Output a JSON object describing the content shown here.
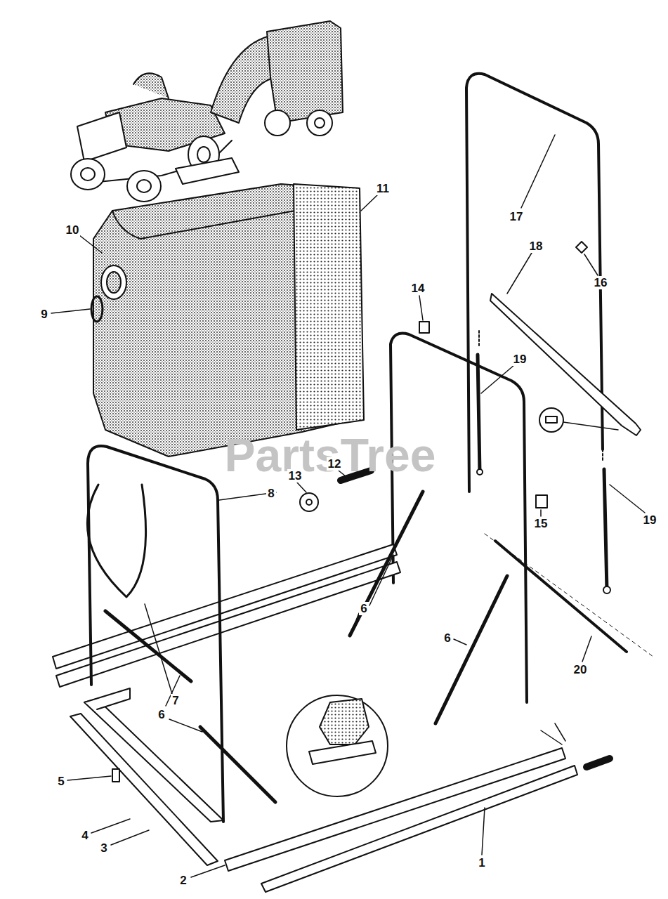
{
  "diagram": {
    "labels": [
      "11",
      "10",
      "17",
      "9",
      "18",
      "14",
      "16",
      "19",
      "PartsTree",
      "12",
      "13",
      "8",
      "15",
      "19",
      "7",
      "6",
      "6",
      "20",
      "6",
      "5",
      "4",
      "3",
      "2",
      "1"
    ]
  }
}
